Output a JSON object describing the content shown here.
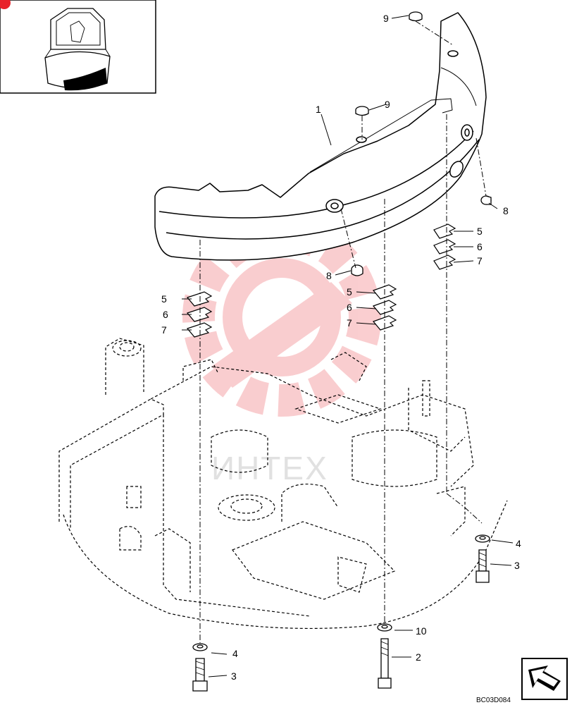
{
  "figure_code": "BC03D084",
  "watermark": "ИНТЕХ",
  "callouts": {
    "c1": "1",
    "c2": "2",
    "c3a": "3",
    "c3b": "3",
    "c4a": "4",
    "c4b": "4",
    "c5a": "5",
    "c5b": "5",
    "c5c": "5",
    "c6a": "6",
    "c6b": "6",
    "c6c": "6",
    "c7a": "7",
    "c7b": "7",
    "c7c": "7",
    "c8a": "8",
    "c8b": "8",
    "c9a": "9",
    "c9b": "9",
    "c10": "10"
  },
  "colors": {
    "line": "#000000",
    "watermark_red": "#e8222a",
    "watermark_grey": "#bdbdbd"
  },
  "icons": [
    "machine-location-thumbnail",
    "front-direction-arrow-icon",
    "watermark-gear-logo"
  ]
}
